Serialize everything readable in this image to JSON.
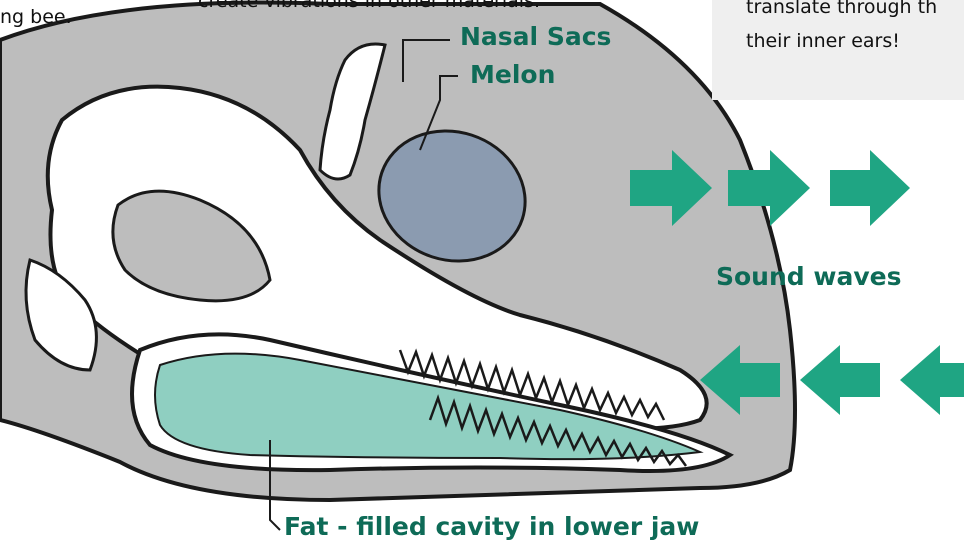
{
  "fragments": {
    "top_left": "ng bee.",
    "top_center": "create vibrations in other materials.",
    "callout_line1": "translate through th",
    "callout_line2": "their inner ears!"
  },
  "labels": {
    "nasal_sacs": "Nasal Sacs",
    "melon": "Melon",
    "sound_waves": "Sound waves",
    "fat_cavity": "Fat - filled cavity in lower jaw"
  },
  "colors": {
    "head_gray": "#bdbdbd",
    "melon_fill": "#8b9bb0",
    "fat_fill": "#8fcfc1",
    "arrow_green": "#1fa583",
    "label_text": "#0e6b57"
  }
}
